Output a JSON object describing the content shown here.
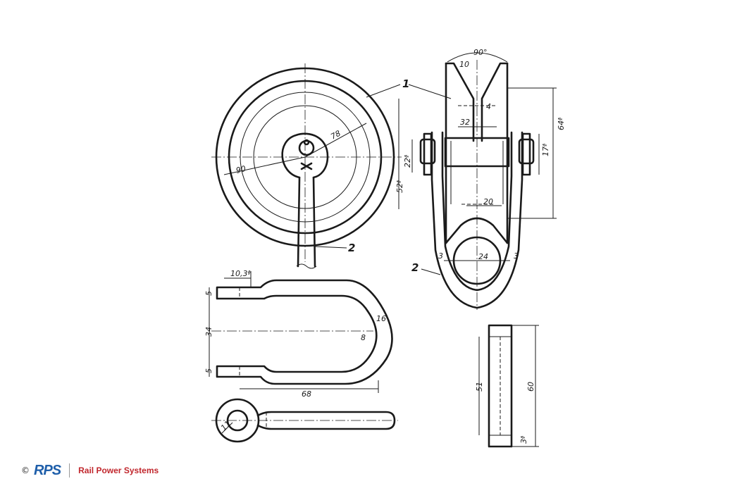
{
  "labels": {
    "part1": "1",
    "part2_pulley": "2",
    "part2_clevis": "2"
  },
  "dimensions": {
    "angle": "90°",
    "rim": "10",
    "web": "4",
    "hub_bore": "32",
    "outer_dia": "64ᶲ",
    "pin_dia": "17ᶲ",
    "hub_dia": "22ᶲ",
    "groove_dia": "52ᶲ",
    "groove_width": "20",
    "clevis_inner": "24",
    "clevis_wall_left": "3",
    "clevis_wall_right": "3",
    "radius_outer": "90",
    "radius_inner": "78",
    "strip_width": "10,3ᶲ",
    "end_top": "5",
    "gap": "34",
    "end_bottom": "5",
    "length": "68",
    "bend_outer": "16",
    "bend_inner": "8",
    "eye": "11",
    "bar_inner": "51",
    "bar_outer": "60",
    "bar_thick": "3ᶲ"
  },
  "footer": {
    "copyright": "©",
    "logo": "RPS",
    "company": "Rail Power Systems"
  },
  "colors": {
    "logo_blue": "#1f5faa",
    "company_red": "#c1272d"
  }
}
